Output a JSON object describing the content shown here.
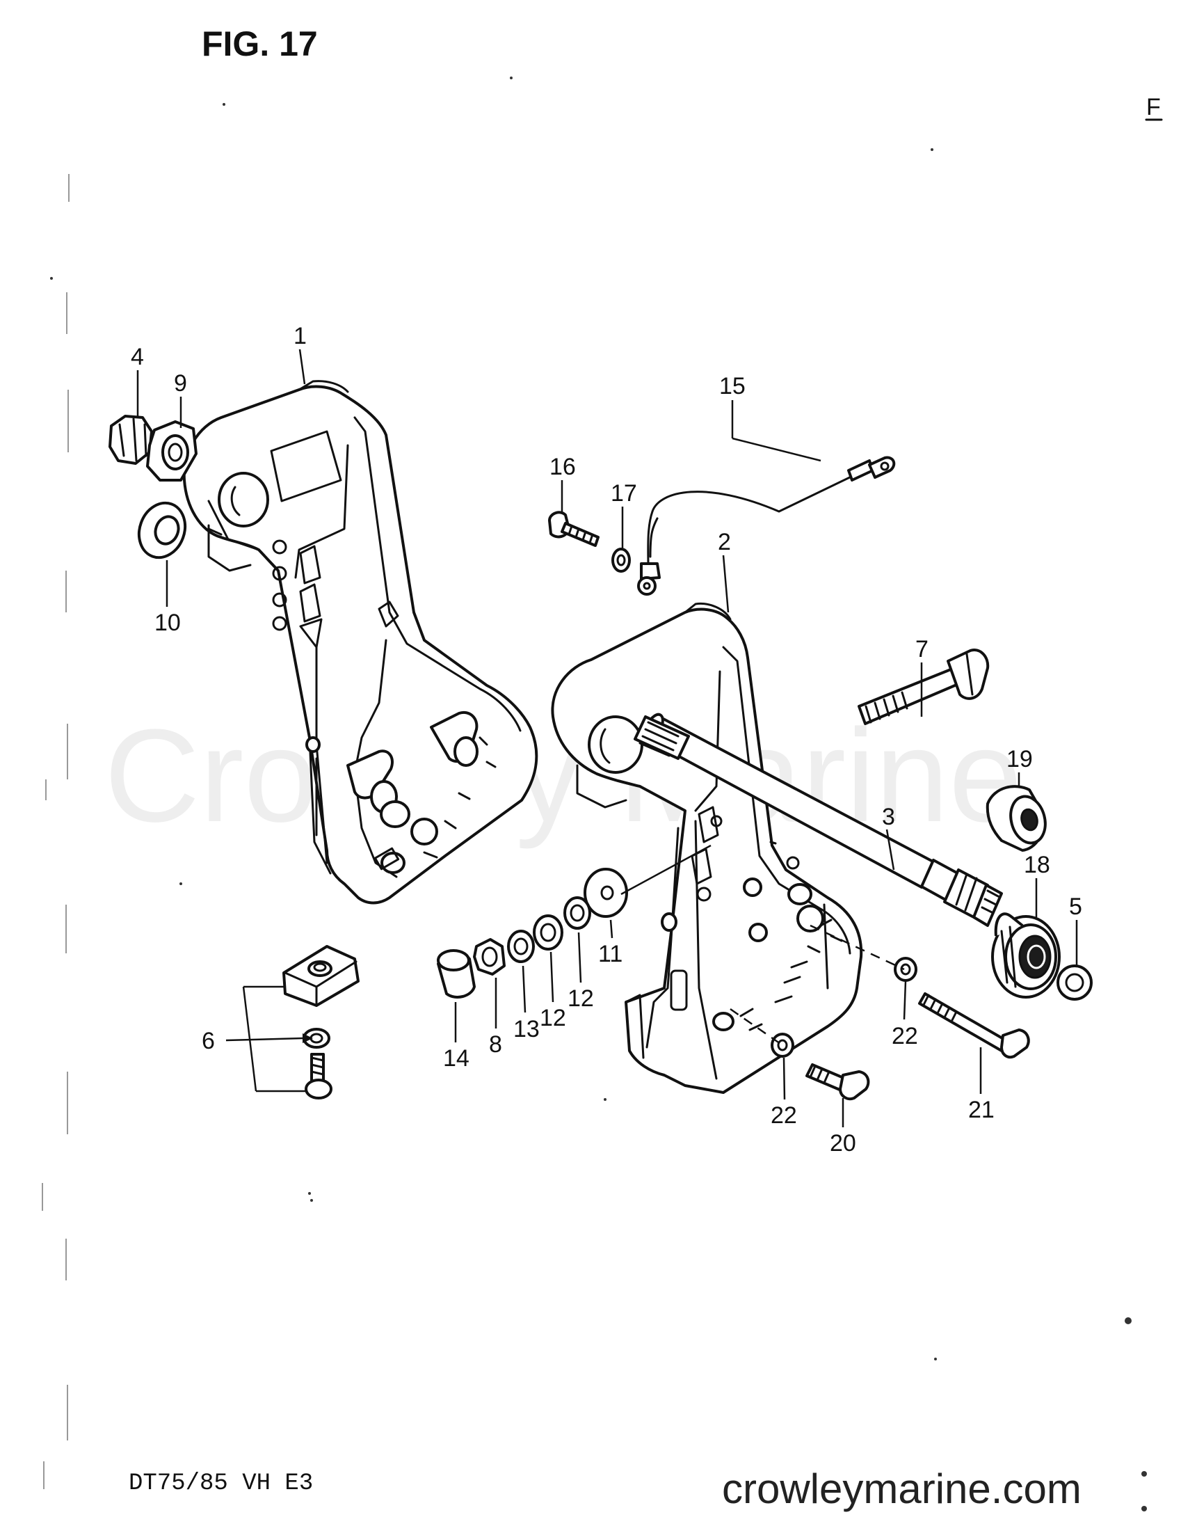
{
  "figure": {
    "title": "FIG. 17",
    "model": "DT75/85 VH E3",
    "watermark": "Crowley Marine",
    "site": "crowleymarine.com",
    "edge_letter": "F"
  },
  "callouts": [
    {
      "id": "1",
      "label": "1"
    },
    {
      "id": "2",
      "label": "2"
    },
    {
      "id": "3",
      "label": "3"
    },
    {
      "id": "4",
      "label": "4"
    },
    {
      "id": "5",
      "label": "5"
    },
    {
      "id": "6",
      "label": "6"
    },
    {
      "id": "7",
      "label": "7"
    },
    {
      "id": "8",
      "label": "8"
    },
    {
      "id": "9",
      "label": "9"
    },
    {
      "id": "10",
      "label": "10"
    },
    {
      "id": "11",
      "label": "11"
    },
    {
      "id": "12a",
      "label": "12"
    },
    {
      "id": "12b",
      "label": "12"
    },
    {
      "id": "13",
      "label": "13"
    },
    {
      "id": "14",
      "label": "14"
    },
    {
      "id": "15",
      "label": "15"
    },
    {
      "id": "16",
      "label": "16"
    },
    {
      "id": "17",
      "label": "17"
    },
    {
      "id": "18",
      "label": "18"
    },
    {
      "id": "19",
      "label": "19"
    },
    {
      "id": "20",
      "label": "20"
    },
    {
      "id": "21",
      "label": "21"
    },
    {
      "id": "22a",
      "label": "22"
    },
    {
      "id": "22b",
      "label": "22"
    }
  ]
}
